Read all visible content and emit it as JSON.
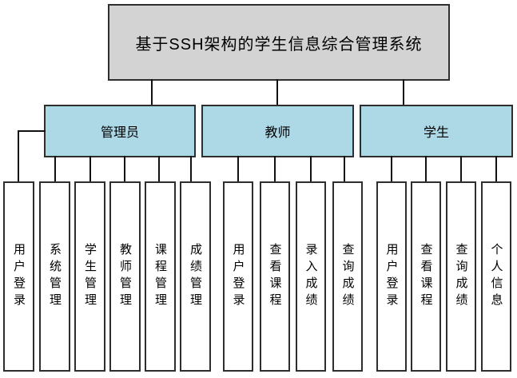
{
  "title": "基于SSH架构的学生信息综合管理系统",
  "colors": {
    "root-fill": "#d3d3d3",
    "branch-fill": "#add8e6",
    "leaf-fill": "#ffffff",
    "border": "#2e2e2e",
    "line": "#111111",
    "text": "#000000"
  },
  "diagram_type": "hierarchy-flowchart",
  "branches": [
    {
      "label": "管理员",
      "children": [
        "用户登录",
        "系统管理",
        "学生管理",
        "教师管理",
        "课程管理",
        "成绩管理"
      ]
    },
    {
      "label": "教师",
      "children": [
        "用户登录",
        "查看课程",
        "录入成绩",
        "查询成绩"
      ]
    },
    {
      "label": "学生",
      "children": [
        "用户登录",
        "查看课程",
        "查询成绩",
        "个人信息"
      ]
    }
  ]
}
